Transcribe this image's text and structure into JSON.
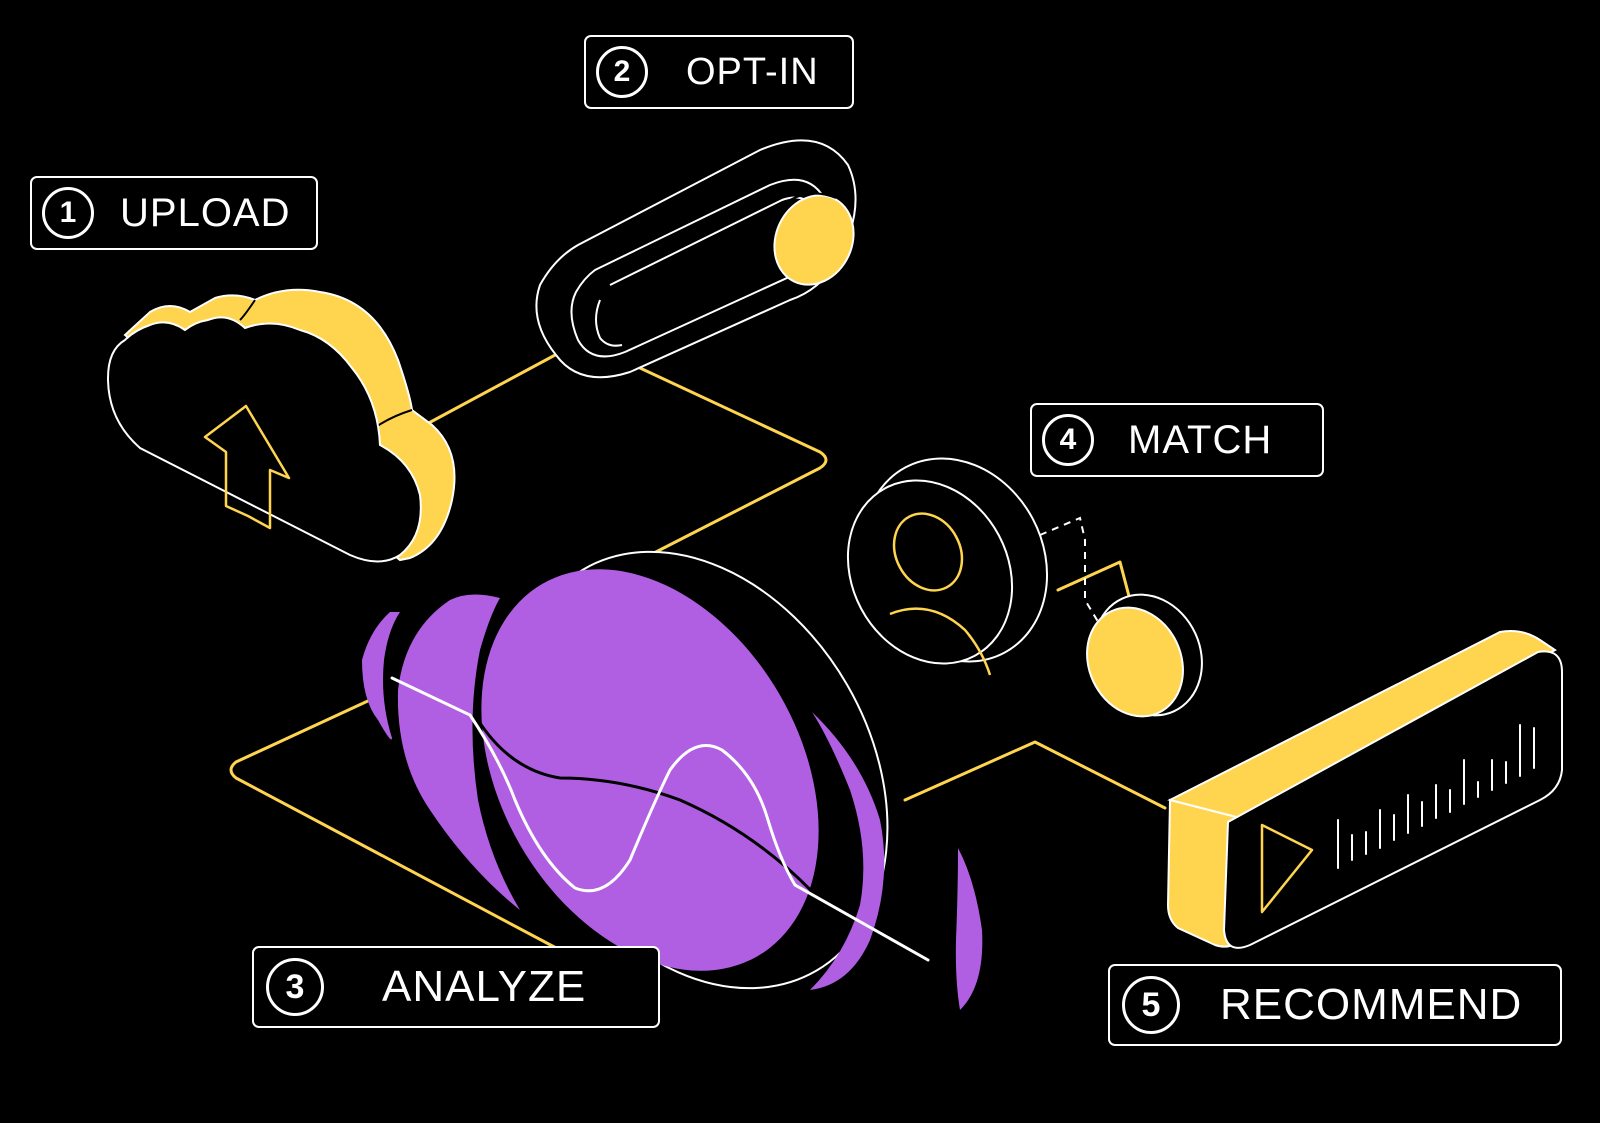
{
  "colors": {
    "background": "#000000",
    "accent_yellow": "#FFD54F",
    "accent_purple": "#B05FE3",
    "outline": "#FFFFFF"
  },
  "steps": [
    {
      "number": "1",
      "label": "UPLOAD",
      "icon": "cloud-upload-icon"
    },
    {
      "number": "2",
      "label": "OPT-IN",
      "icon": "toggle-switch-icon"
    },
    {
      "number": "3",
      "label": "ANALYZE",
      "icon": "sound-wave-disc-icon"
    },
    {
      "number": "4",
      "label": "MATCH",
      "icon": "user-match-icon"
    },
    {
      "number": "5",
      "label": "RECOMMEND",
      "icon": "audio-player-icon"
    }
  ]
}
